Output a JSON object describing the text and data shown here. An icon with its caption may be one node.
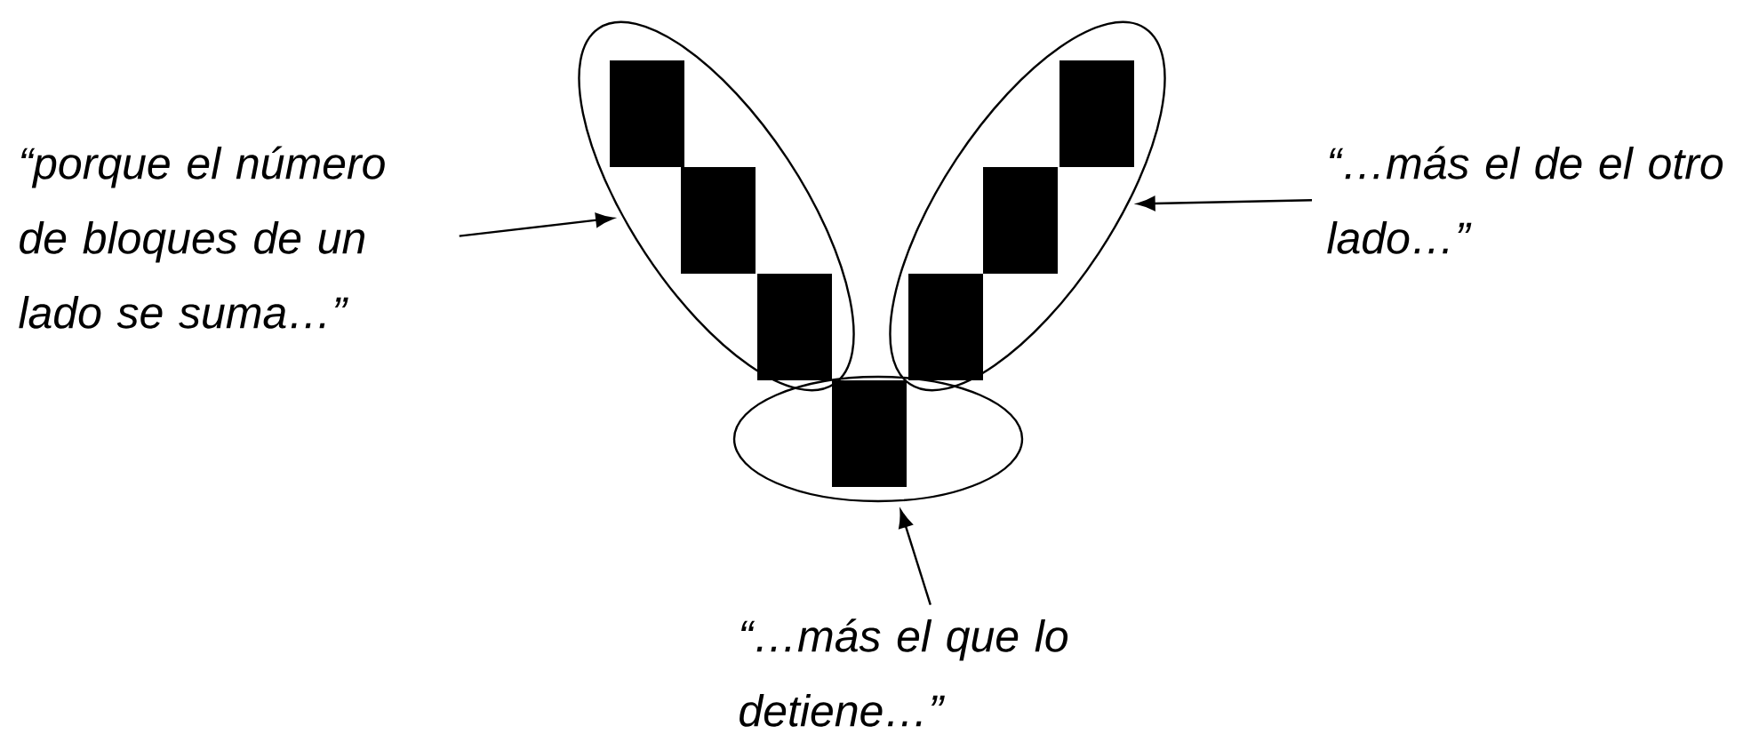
{
  "diagram": {
    "nodes": [
      {
        "text": [],
        "shape": "ellipse"
      },
      {
        "text": [],
        "shape": "ellipse"
      },
      {
        "text": [
          "“porque el número de bloques de un lado se suma…”"
        ]
      },
      {
        "text": [
          "“…más el de el otro lado…”"
        ]
      },
      {
        "text": [],
        "shape": "ellipse"
      },
      {
        "text": [
          "“…más el que lo detiene…”"
        ]
      }
    ],
    "edges": [
      {
        "from": 2,
        "to": 0,
        "arrow": "to"
      },
      {
        "from": 3,
        "to": 1,
        "arrow": "to"
      },
      {
        "from": 5,
        "to": 4,
        "arrow": "to"
      }
    ]
  }
}
